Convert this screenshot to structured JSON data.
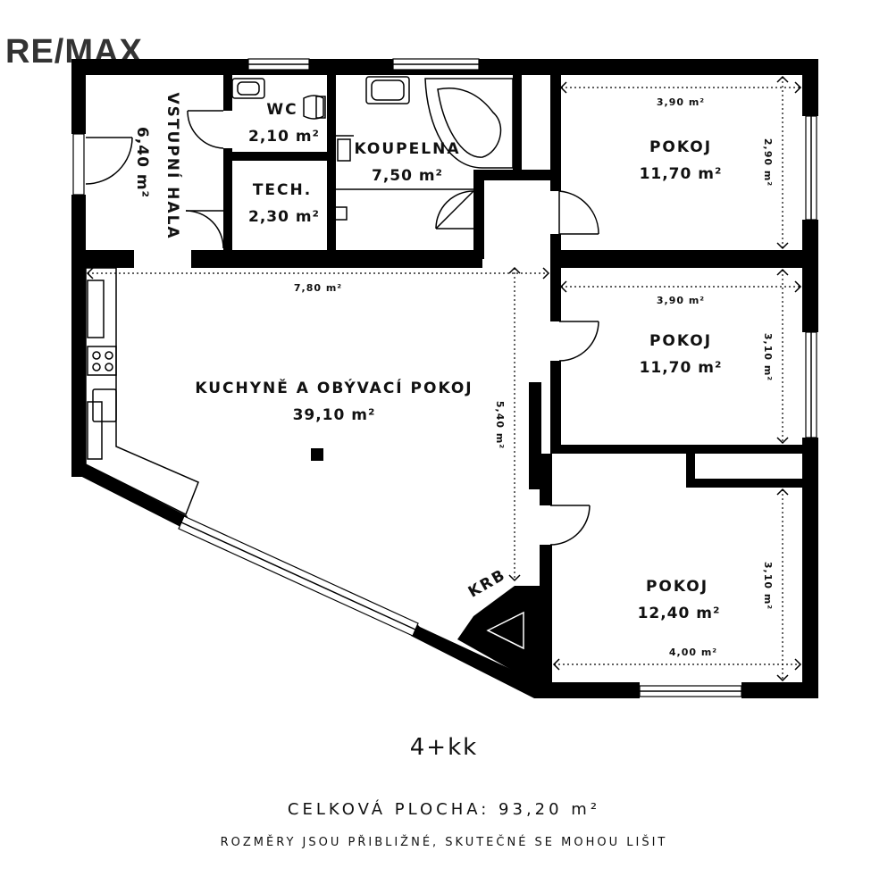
{
  "brand": {
    "logo_text": "RE/MAX"
  },
  "rooms": {
    "hall": {
      "name": "VSTUPNÍ HALA",
      "area": "6,40 m²"
    },
    "wc": {
      "name": "WC",
      "area": "2,10 m²"
    },
    "bath": {
      "name": "KOUPELNA",
      "area": "7,50 m²"
    },
    "tech": {
      "name": "TECH.",
      "area": "2,30 m²"
    },
    "room1": {
      "name": "POKOJ",
      "area": "11,70 m²",
      "width": "3,90 m²",
      "depth": "2,90 m²"
    },
    "room2": {
      "name": "POKOJ",
      "area": "11,70 m²",
      "width": "3,90 m²",
      "depth": "3,10 m²"
    },
    "room3": {
      "name": "POKOJ",
      "area": "12,40 m²",
      "width": "4,00 m²",
      "depth": "3,10 m²"
    },
    "living": {
      "name": "KUCHYNĚ A OBÝVACÍ POKOJ",
      "area": "39,10 m²",
      "width": "7,80 m²",
      "depth": "5,40 m²"
    },
    "fireplace": {
      "name": "KRB"
    }
  },
  "footer": {
    "layout": "4+kk",
    "total_area": "CELKOVÁ PLOCHA: 93,20 m²",
    "note": "ROZMĚRY JSOU PŘIBLIŽNÉ, SKUTEČNÉ SE MOHOU LIŠIT"
  }
}
